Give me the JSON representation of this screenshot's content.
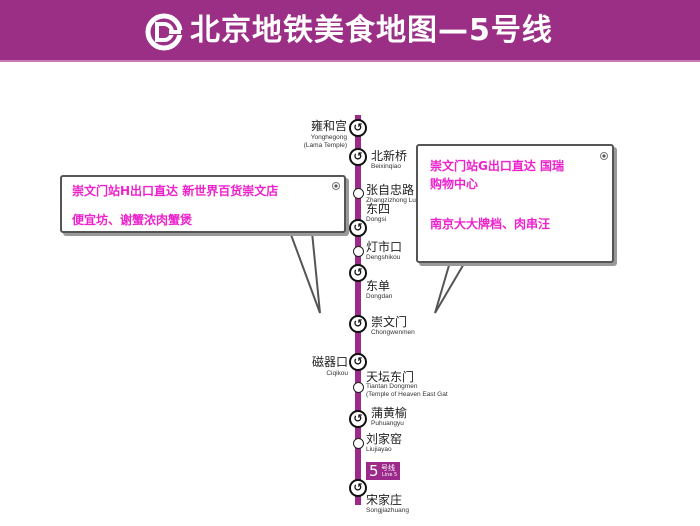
{
  "header": {
    "title": "北京地铁美食地图—5号线",
    "logo_icon": "beijing-subway-logo"
  },
  "colors": {
    "line": "#9b2a8a",
    "header": "#9b2f86",
    "callout_text": "#ee22cc"
  },
  "stations": [
    {
      "cn": "雍和宫",
      "py": "Yonghegong",
      "py2": "(Lama Temple)"
    },
    {
      "cn": "北新桥",
      "py": "Beixinqiao"
    },
    {
      "cn": "张自忠路",
      "py": "Zhangzizhong Lu"
    },
    {
      "cn": "东四",
      "py": "Dongsi"
    },
    {
      "cn": "灯市口",
      "py": "Dengshikou"
    },
    {
      "cn": "东单",
      "py": "Dongdan"
    },
    {
      "cn": "崇文门",
      "py": "Chongwenmen"
    },
    {
      "cn": "磁器口",
      "py": "Ciqikou"
    },
    {
      "cn": "天坛东门",
      "py": "Tiantan Dongmen",
      "py2": "(Temple of Heaven East Gat"
    },
    {
      "cn": "蒲黄榆",
      "py": "Puhuangyu"
    },
    {
      "cn": "刘家窑",
      "py": "Liujiayao"
    },
    {
      "cn": "宋家庄",
      "py": "Songjiazhuang"
    }
  ],
  "line_badge": {
    "number": "5",
    "cn": "号线",
    "en": "Line 5"
  },
  "callouts": {
    "left": {
      "line1": "崇文门站H出口直达  新世界百货崇文店",
      "line2": "便宜坊、谢蟹浓肉蟹煲"
    },
    "right": {
      "line1": "崇文门站G出口直达  国瑞",
      "line2": "购物中心",
      "line3": "南京大大牌档、肉串汪"
    }
  }
}
